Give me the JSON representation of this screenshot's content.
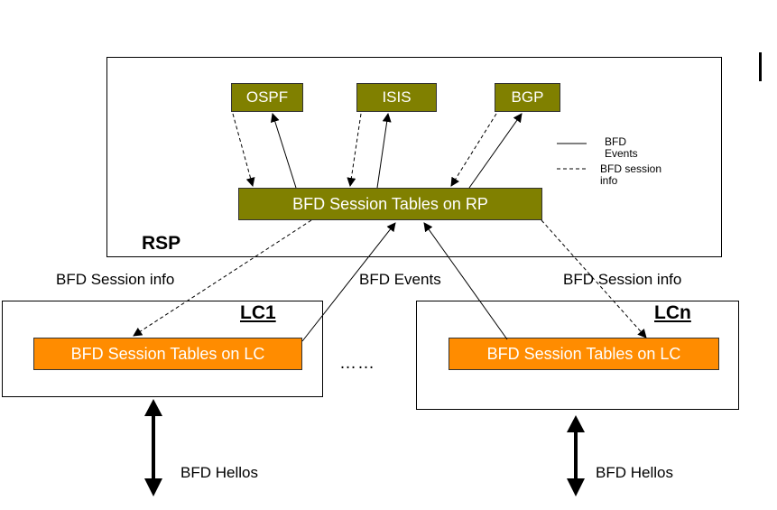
{
  "rsp": {
    "label": "RSP",
    "protocols": [
      "OSPF",
      "ISIS",
      "BGP"
    ],
    "rp_table": "BFD Session Tables on RP",
    "legend": {
      "solid": "BFD Events",
      "dashed": "BFD session info"
    }
  },
  "links": {
    "left_info": "BFD Session info",
    "events": "BFD Events",
    "right_info": "BFD Session info"
  },
  "lc1": {
    "label": "LC1",
    "table": "BFD Session Tables on LC",
    "hellos": "BFD Hellos"
  },
  "lcn": {
    "label": "LCn",
    "table": "BFD Session Tables on LC",
    "hellos": "BFD Hellos"
  },
  "ellipsis": "……"
}
